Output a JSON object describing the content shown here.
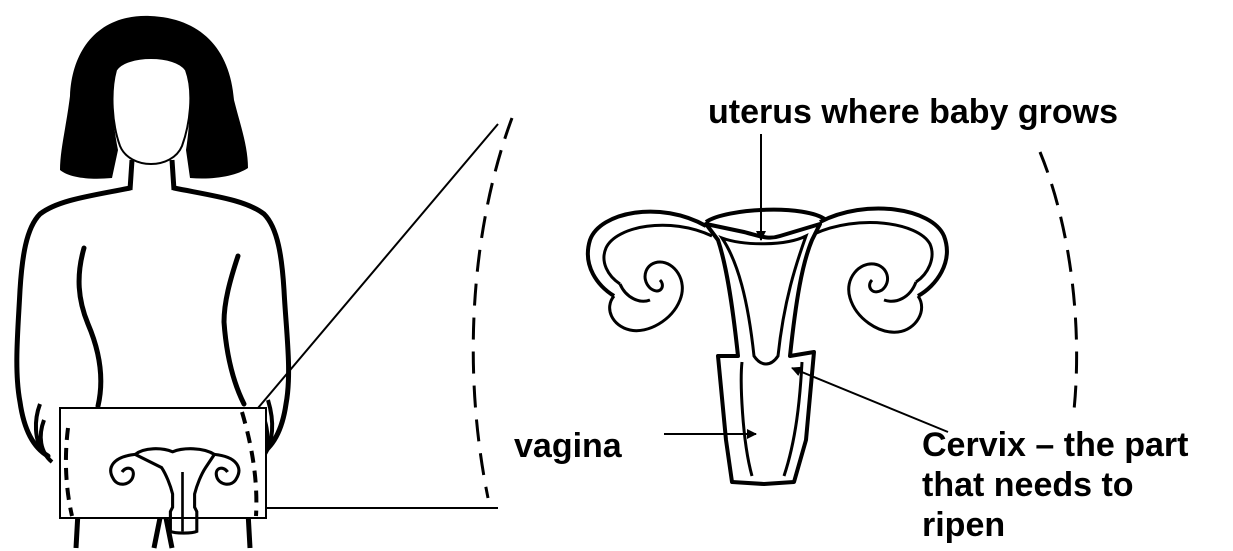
{
  "labels": {
    "uterus": "uterus where baby grows",
    "vagina": "vagina",
    "cervix": [
      "Cervix – the part",
      "that needs to",
      "ripen"
    ]
  },
  "colors": {
    "ink": "#000000",
    "background": "#ffffff"
  }
}
